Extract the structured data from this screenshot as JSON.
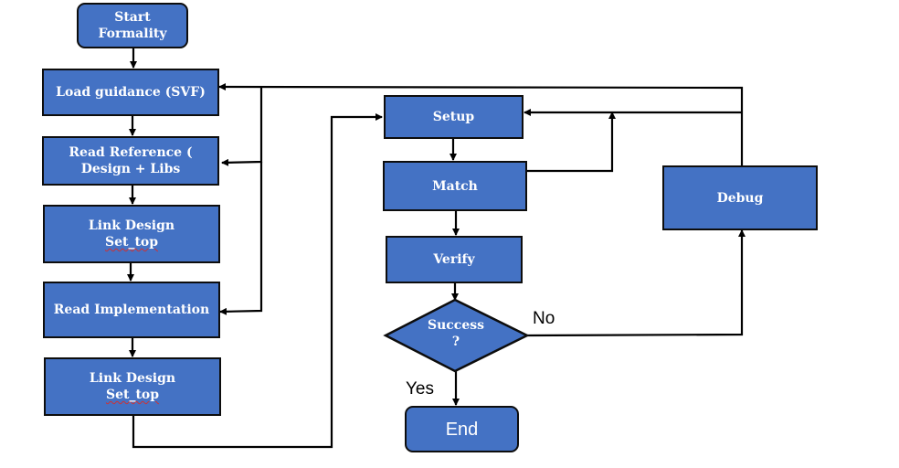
{
  "flowchart": {
    "nodes": {
      "start": "Start\nFormality",
      "load_guidance": "Load guidance (SVF)",
      "read_reference": "Read  Reference (\nDesign + Libs",
      "link_design_1_line1": "Link Design",
      "link_design_1_line2": "Set_top",
      "read_implementation": "Read Implementation",
      "link_design_2_line1": "Link Design",
      "link_design_2_line2": "Set_top",
      "setup": "Setup",
      "match": "Match",
      "verify": "Verify",
      "success": "Success\n?",
      "debug": "Debug",
      "end": "End"
    },
    "edge_labels": {
      "no": "No",
      "yes": "Yes"
    },
    "colors": {
      "node_fill": "#4472c4",
      "node_border": "#0d0d0d",
      "node_text": "#ffffff",
      "connector": "#000000"
    }
  }
}
